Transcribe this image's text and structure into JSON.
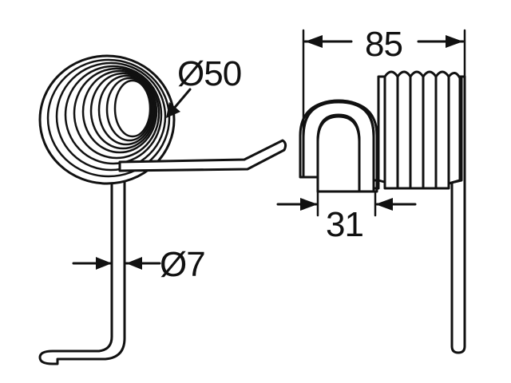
{
  "dimensions": {
    "coil_diameter": "Ø50",
    "wire_diameter": "Ø7",
    "overall_width": "85",
    "inner_width": "31"
  },
  "colors": {
    "line": "#111111",
    "background": "#ffffff"
  }
}
